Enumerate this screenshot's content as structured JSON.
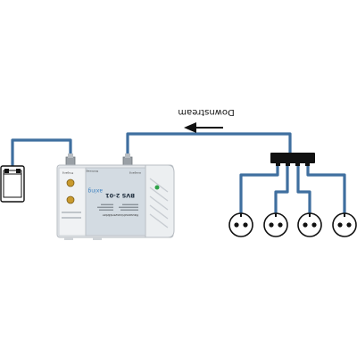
{
  "colors": {
    "cable": "#3f6f9f",
    "cable_dark": "#2f5880",
    "device_body": "#e6e9ec",
    "device_edge": "#b7bcc2",
    "label_panel": "#d3dbe2",
    "splitter": "#111111",
    "outlet_face": "#ffffff",
    "arrow": "#111111",
    "led": "#2fa34a"
  },
  "icons": {
    "wall_socket": "wall-socket-icon",
    "amplifier": "amplifier-device-icon",
    "splitter": "splitter-icon",
    "outlet": "antenna-outlet-icon",
    "direction_arrow": "arrow-left-icon"
  },
  "labels": {
    "direction": "Downstream",
    "brand": "axing",
    "model": "BVS 2-01",
    "product": "Hausanschlussverstärker",
    "port_in": "Eingang",
    "port_out": "Ausgang",
    "return_path": "Rückweg"
  }
}
